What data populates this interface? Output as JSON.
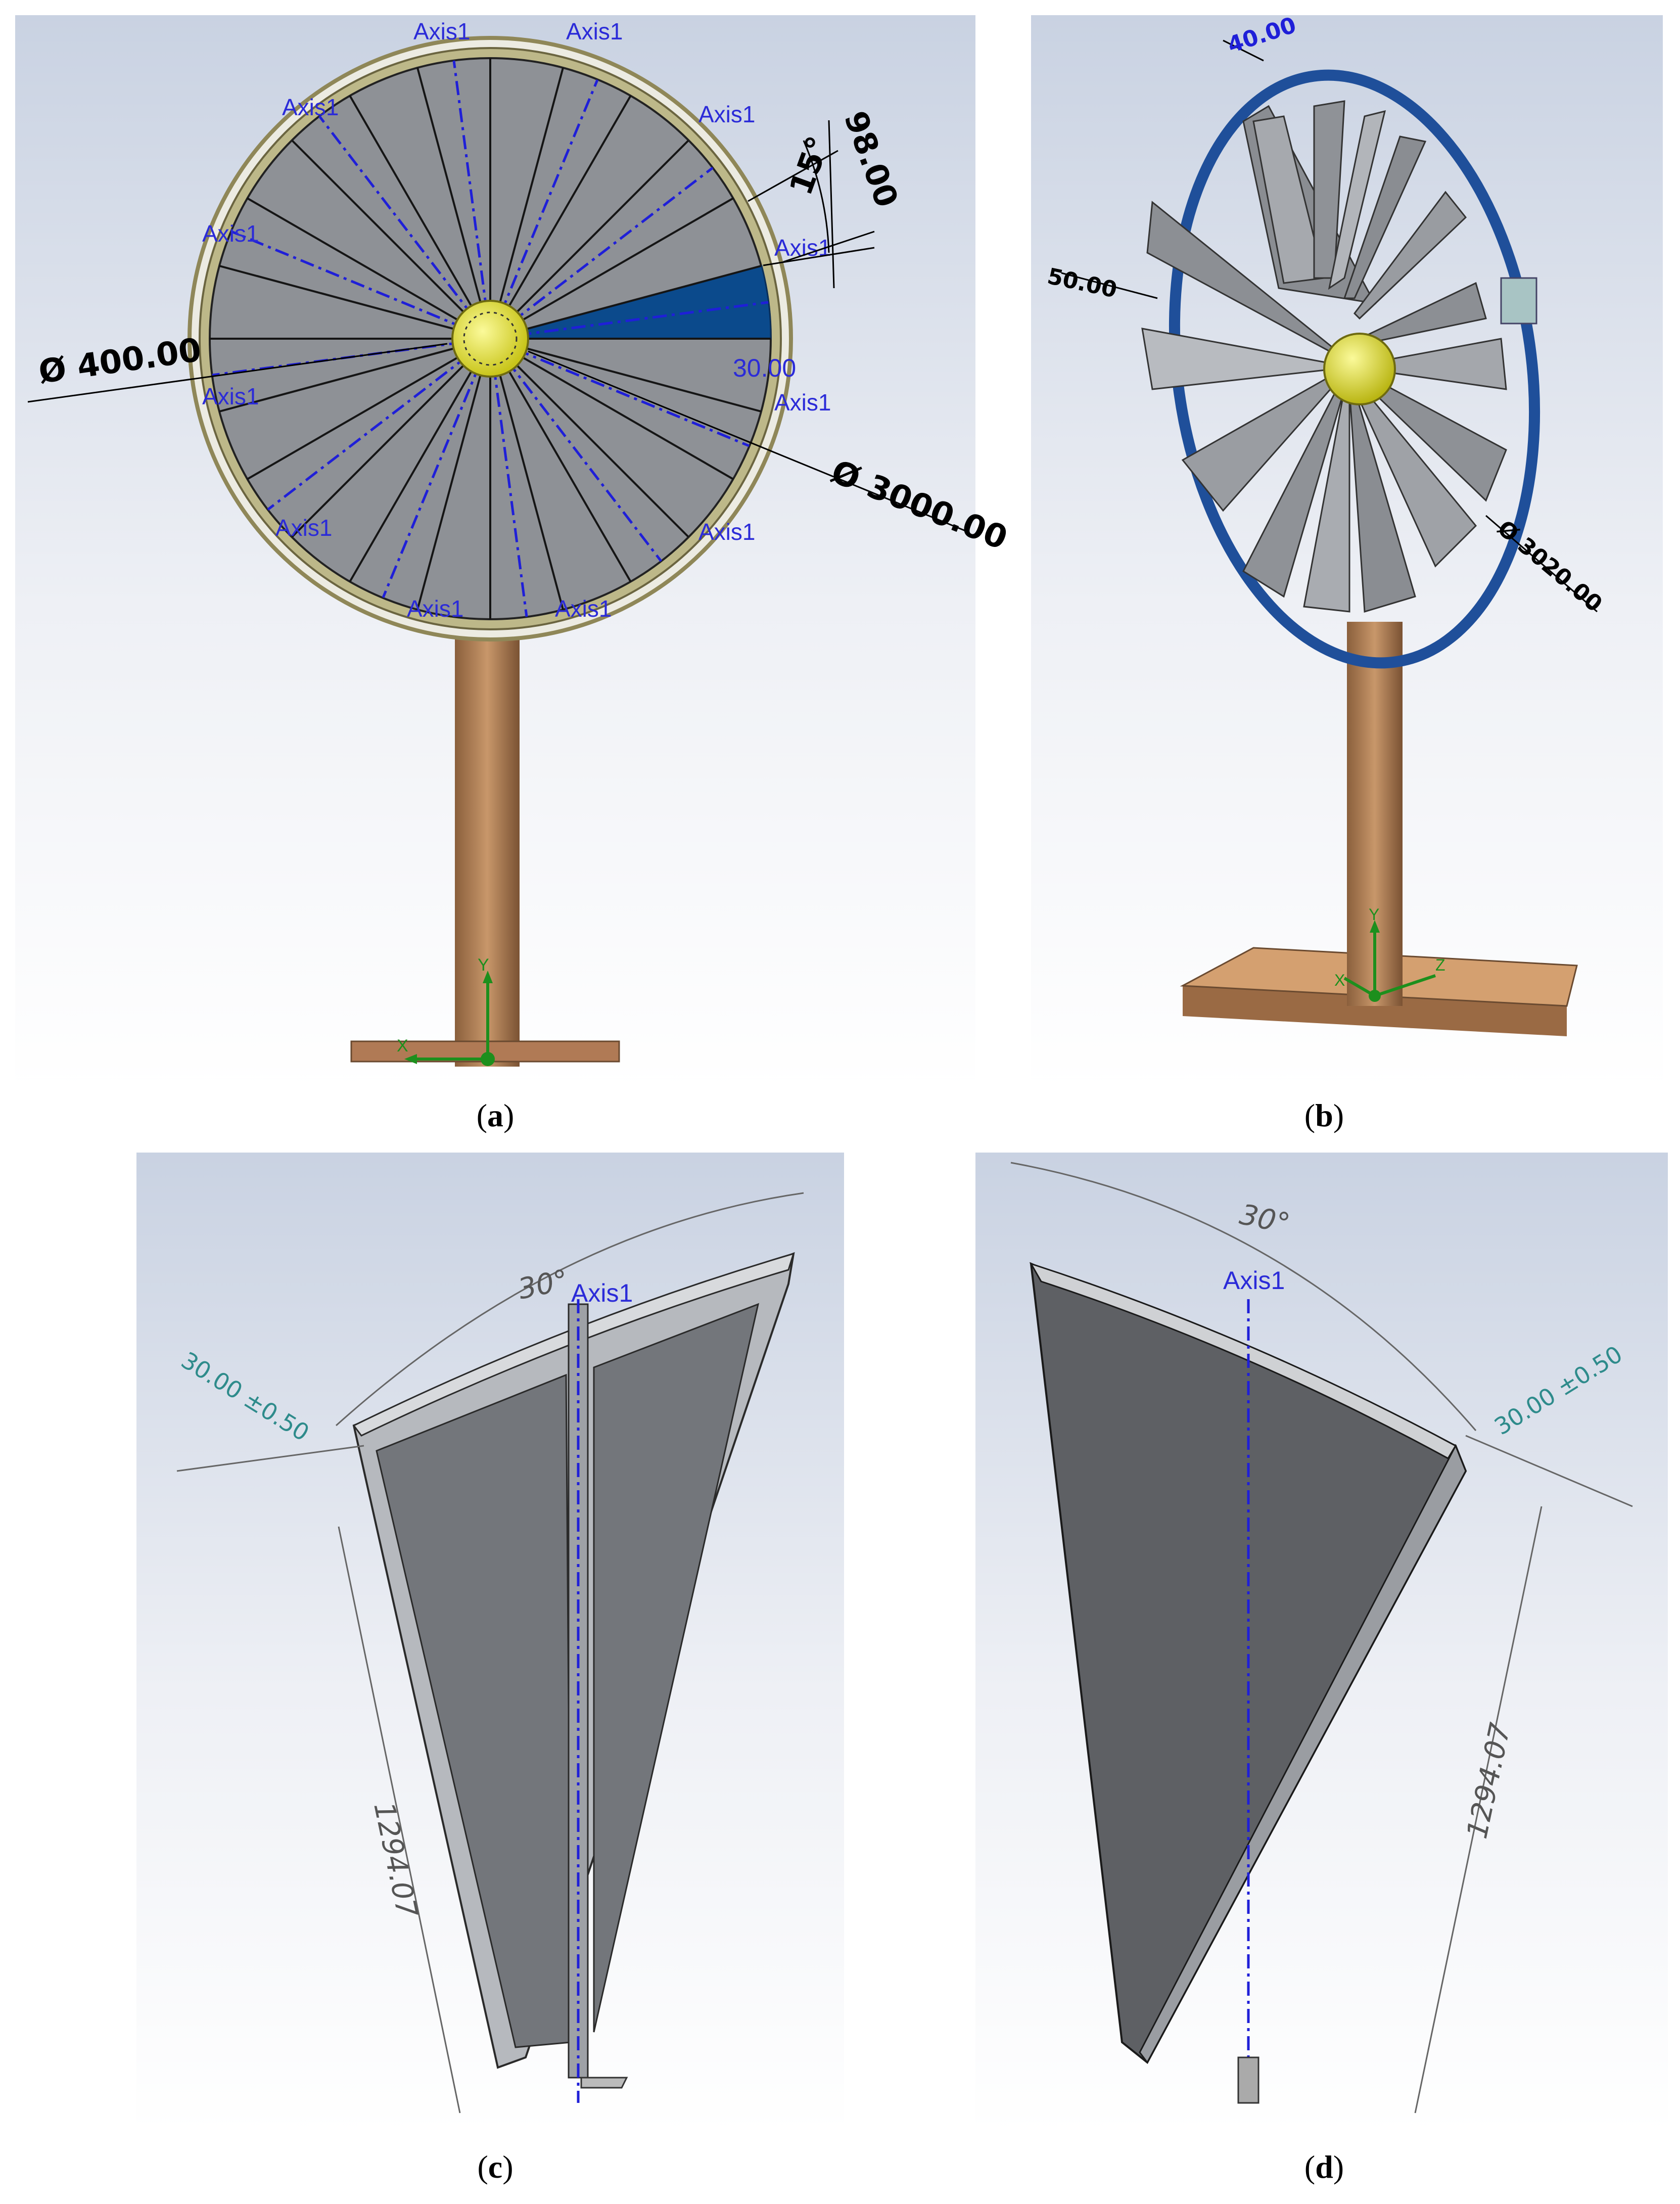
{
  "panels": {
    "a": {
      "caption": "a",
      "axis_label": "Axis1",
      "dims": {
        "pitch": "98.00",
        "angle": "15°",
        "hub_dia": "400.00",
        "rim_dia": "3000.00",
        "sector_width": "30.00"
      },
      "triad": {
        "x": "X",
        "y": "Y"
      }
    },
    "b": {
      "caption": "b",
      "dims": {
        "top": "40.00",
        "left": "50.00",
        "rim_dia": "3020.00"
      },
      "triad": {
        "x": "X",
        "y": "Y",
        "z": "Z"
      }
    },
    "c": {
      "caption": "c",
      "axis_label": "Axis1",
      "dims": {
        "angle": "30°",
        "thickness": "30.00 ±0.50",
        "length": "1294.07"
      }
    },
    "d": {
      "caption": "d",
      "axis_label": "Axis1",
      "dims": {
        "angle": "30°",
        "thickness": "30.00 ±0.50",
        "length": "1294.07"
      }
    }
  },
  "diameter_symbol": "Ø",
  "colors": {
    "blade": "#8c8f94",
    "blade_edge": "#1e1e1e",
    "blade_selected": "#0b4a8c",
    "rim_a": "#9b9366",
    "rim_b": "#1f4f9a",
    "hub": "#e3e12a",
    "pole": "#b0825a",
    "base": "#c98b5a",
    "axis_line": "#1f1fd8",
    "dim_line": "#000000",
    "tolerance": "#2e8b8b",
    "triad_green": "#1d8f1d"
  }
}
